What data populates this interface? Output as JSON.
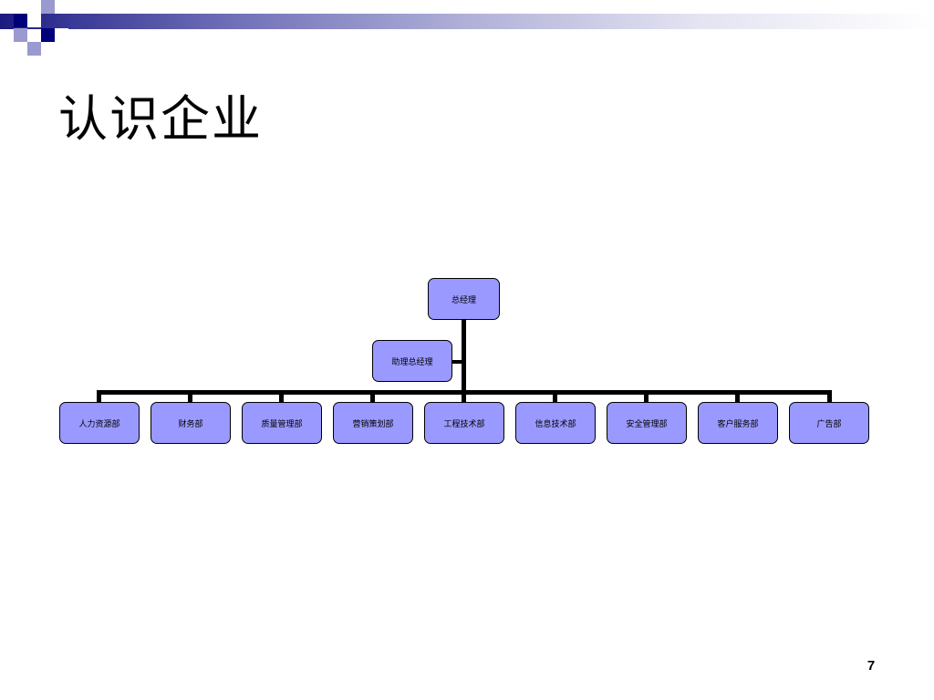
{
  "slide": {
    "title": "认识企业",
    "page_number": "7"
  },
  "org_chart": {
    "top": "总经理",
    "assistant": "助理总经理",
    "departments": [
      "人力资源部",
      "财务部",
      "质量管理部",
      "营销策划部",
      "工程技术部",
      "信息技术部",
      "安全管理部",
      "客户服务部",
      "广告部"
    ]
  },
  "colors": {
    "node_fill": "#9999ff",
    "node_border": "#000000",
    "connector": "#000000",
    "deco_dark": "#00007a",
    "deco_light": "#9a9ad0"
  }
}
